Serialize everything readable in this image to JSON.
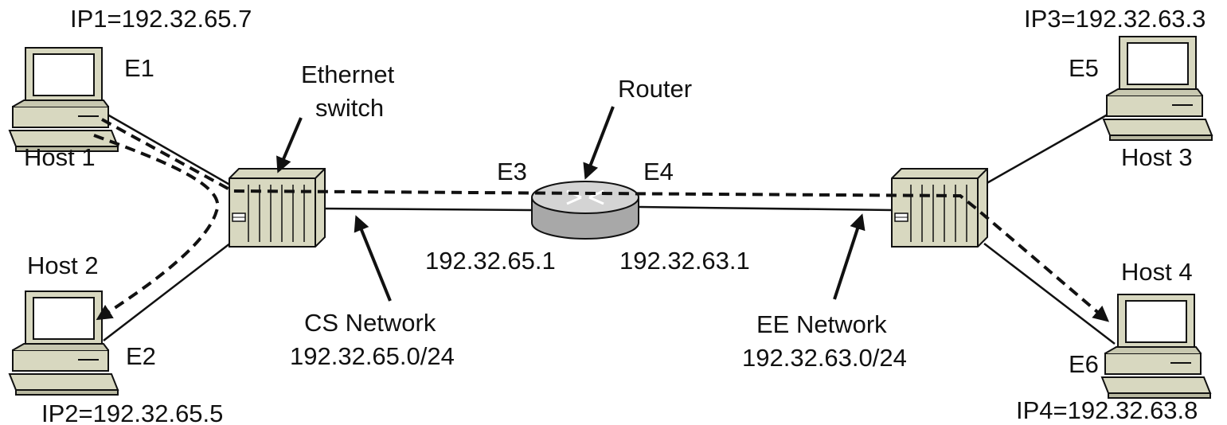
{
  "hosts": {
    "host1": {
      "name": "Host 1",
      "ip": "IP1=192.32.65.7",
      "iface": "E1"
    },
    "host2": {
      "name": "Host 2",
      "ip": "IP2=192.32.65.5",
      "iface": "E2"
    },
    "host3": {
      "name": "Host 3",
      "ip": "IP3=192.32.63.3",
      "iface": "E5"
    },
    "host4": {
      "name": "Host 4",
      "ip": "IP4=192.32.63.8",
      "iface": "E6"
    }
  },
  "switch": {
    "line1": "Ethernet",
    "line2": "switch"
  },
  "router": {
    "label": "Router",
    "left_iface": "E3",
    "right_iface": "E4",
    "left_ip": "192.32.65.1",
    "right_ip": "192.32.63.1"
  },
  "networks": {
    "cs": {
      "name": "CS Network",
      "prefix": "192.32.65.0/24"
    },
    "ee": {
      "name": "EE Network",
      "prefix": "192.32.63.0/24"
    }
  },
  "colors": {
    "device_fill": "#d8d8c0",
    "screen": "#ffffff",
    "router_top": "#d4d4d4",
    "router_side": "#a8a8a8",
    "line": "#111111"
  }
}
